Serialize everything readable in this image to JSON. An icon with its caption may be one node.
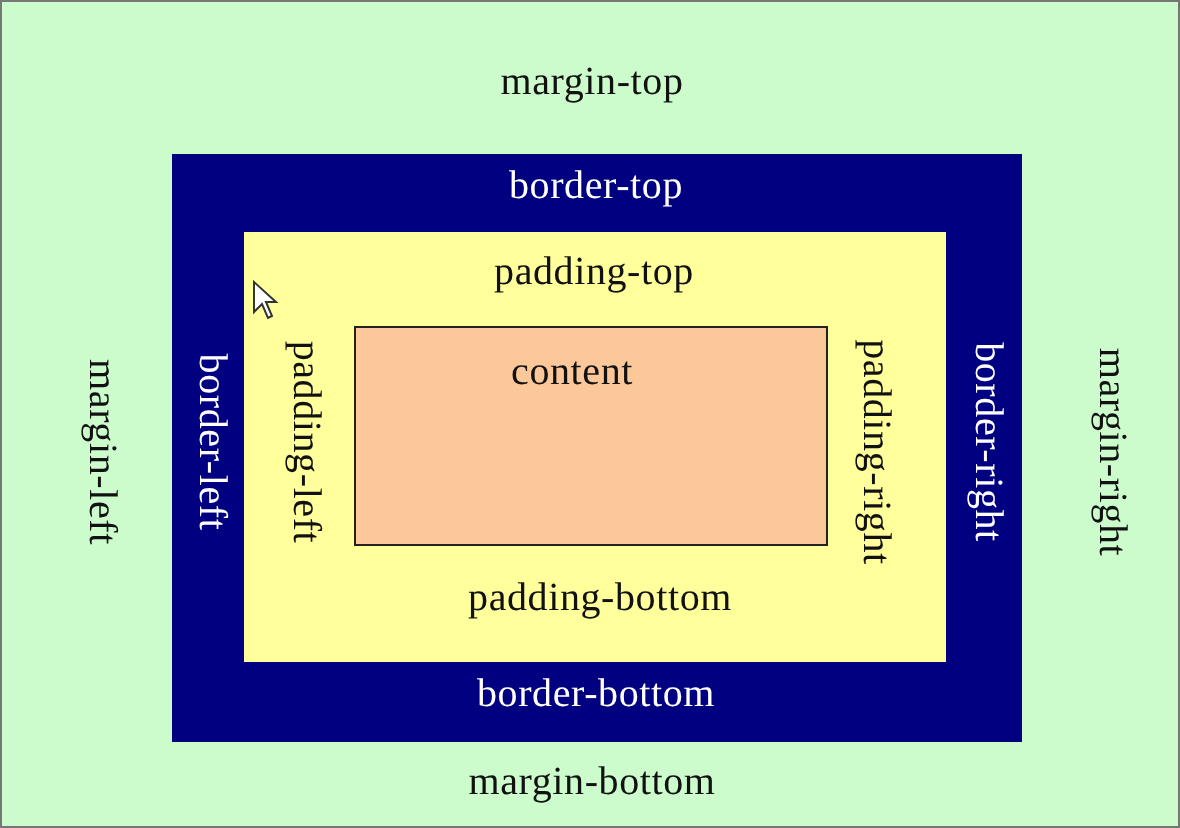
{
  "diagram": {
    "nodes": [
      {
        "text": [
          "margin-top",
          "margin-left",
          "margin-right",
          "margin-bottom"
        ]
      },
      {
        "text": [
          "border-top",
          "border-left",
          "border-right",
          "border-bottom"
        ],
        "in": 0
      },
      {
        "text": [
          "padding-top",
          "padding-left",
          "padding-right",
          "padding-bottom"
        ],
        "in": 1
      },
      {
        "text": [
          "content"
        ],
        "in": 2
      }
    ]
  }
}
